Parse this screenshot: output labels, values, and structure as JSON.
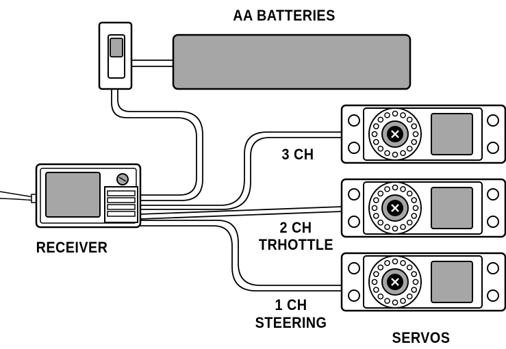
{
  "labels": {
    "batteries": "AA BATTERIES",
    "receiver": "RECEIVER",
    "servos": "SERVOS",
    "ch3": "3 CH",
    "ch2_line1": "2 CH",
    "ch2_line2": "TRHOTTLE",
    "ch1_line1": "1 CH",
    "ch1_line2": "STEERING"
  },
  "colors": {
    "ink": "#000000",
    "component_fill": "#a6a6a6",
    "background": "#ffffff"
  },
  "icons": {
    "switch": "slide-switch-icon",
    "servo": "servo-icon"
  }
}
